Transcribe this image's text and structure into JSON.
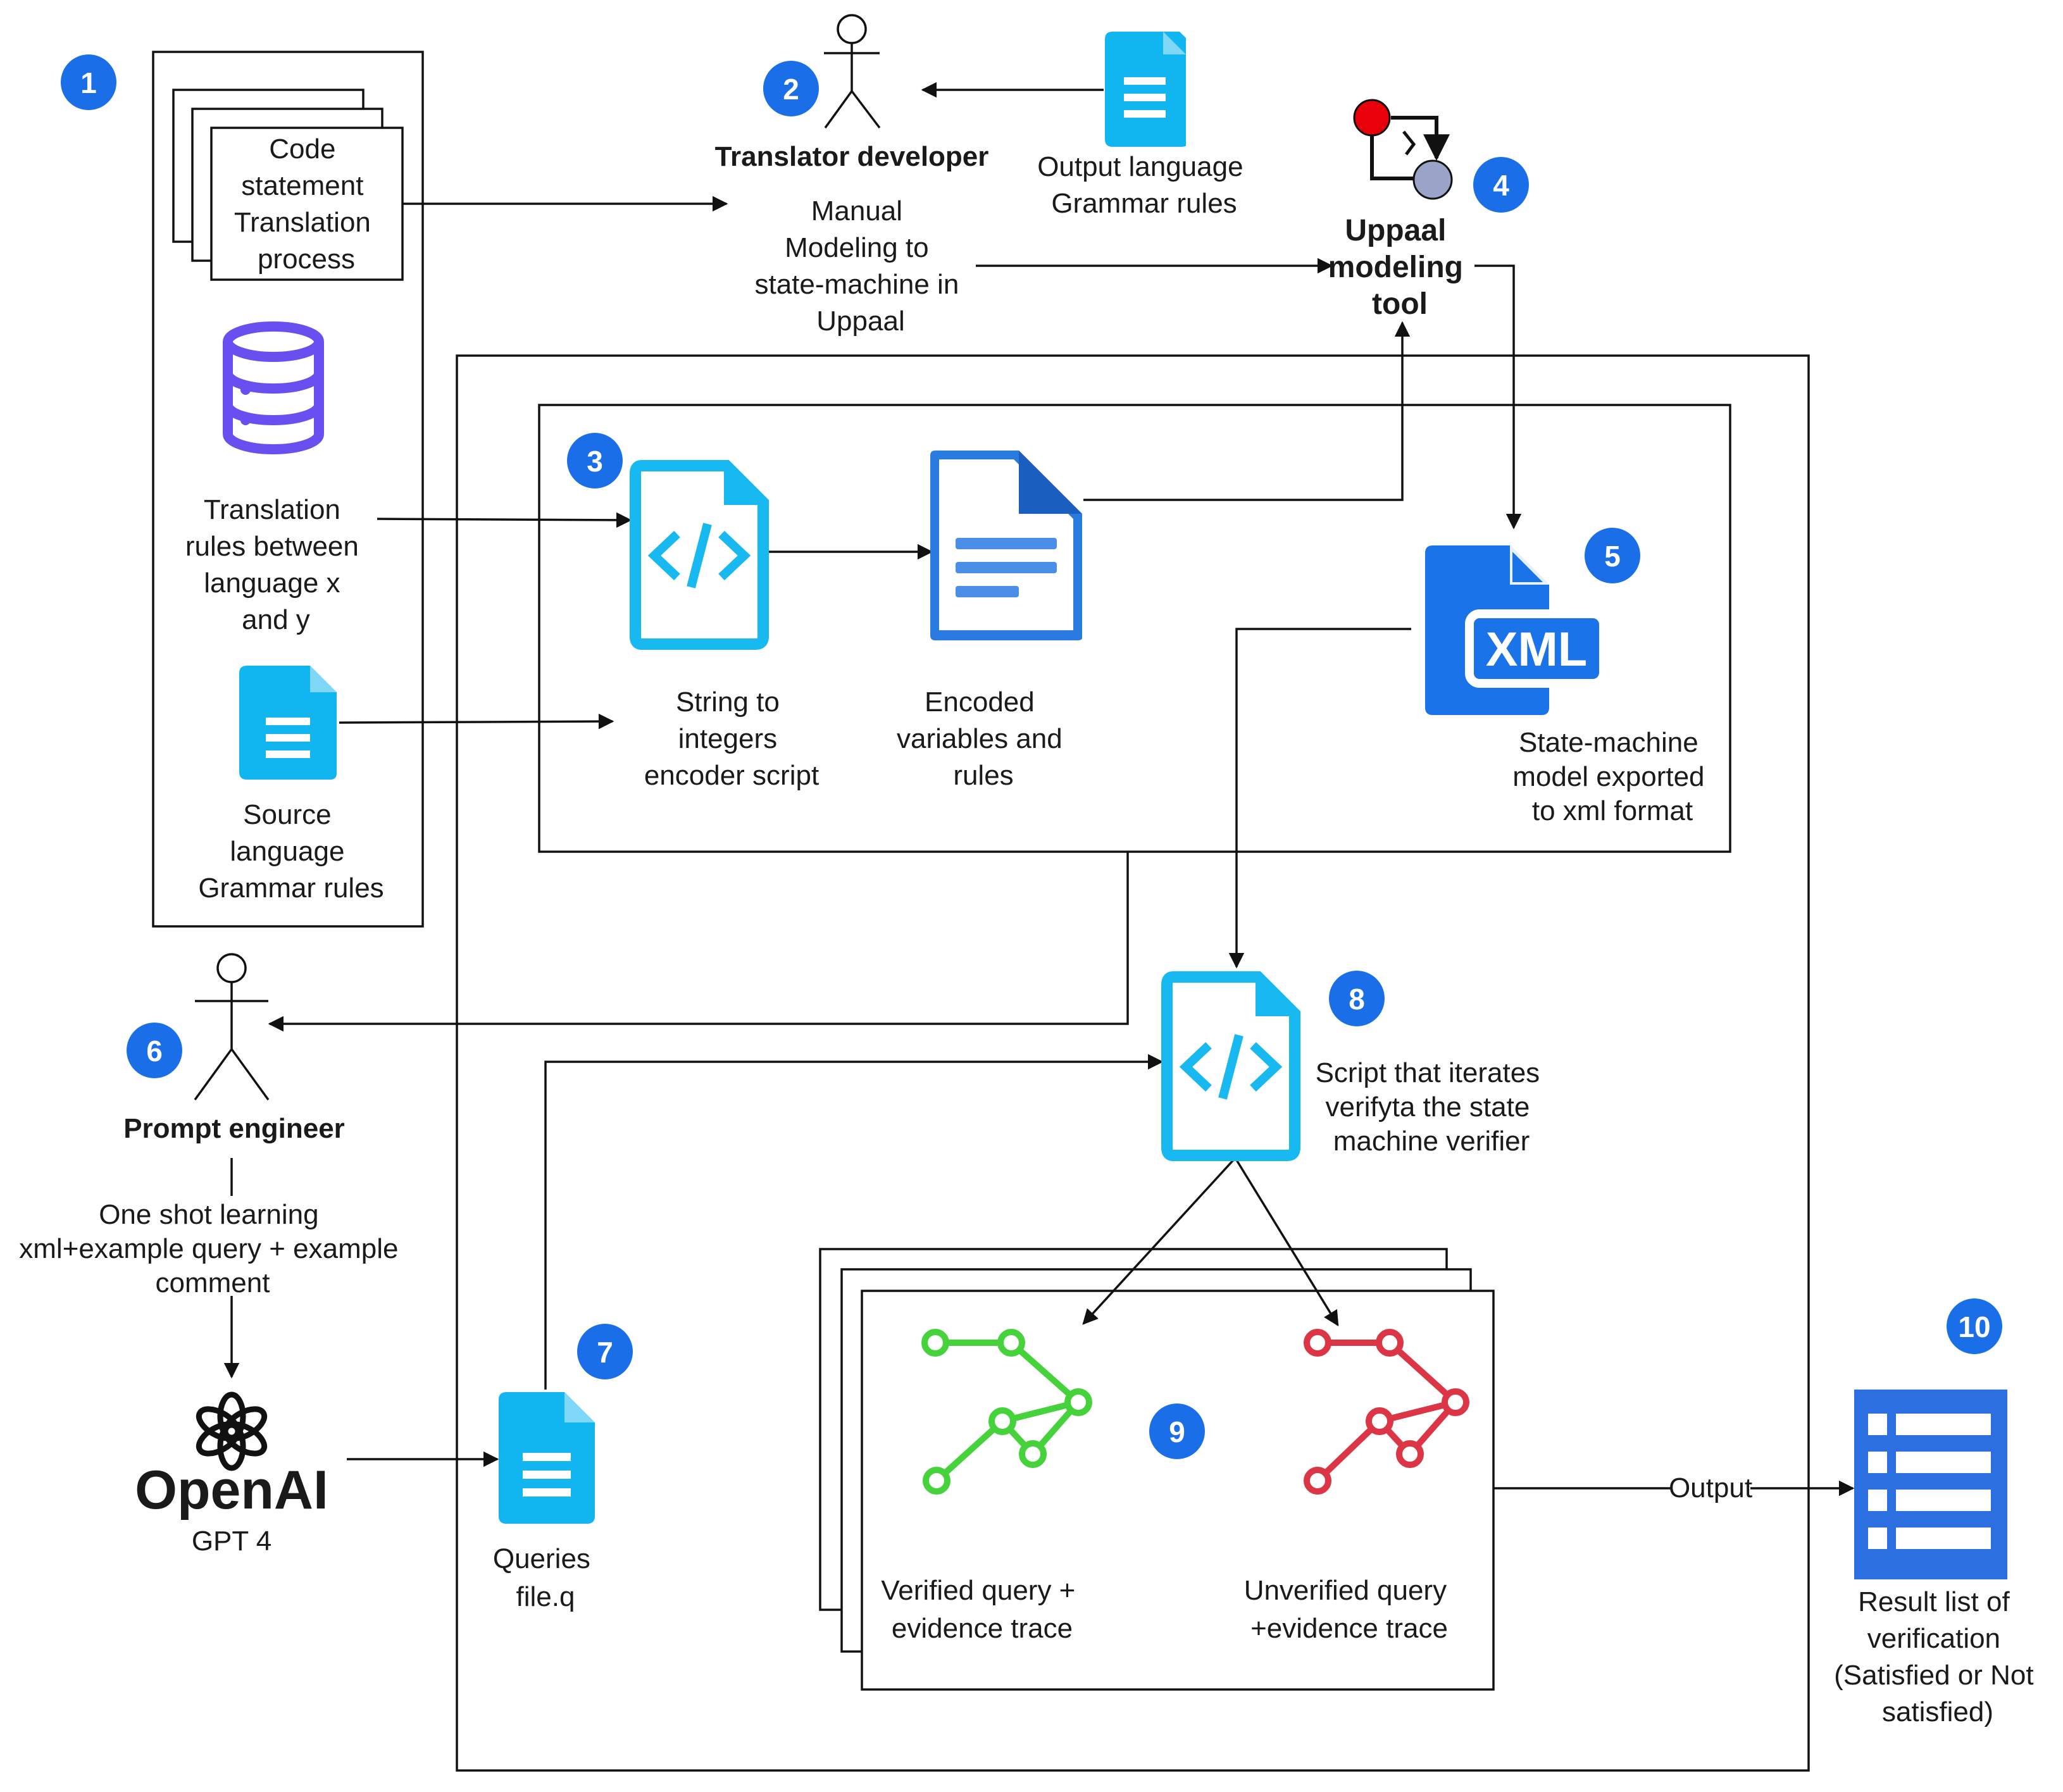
{
  "colors": {
    "badge": "#1a6fe8",
    "doc_icon": "#11b5f0",
    "code_icon": "#18b8f0",
    "db_icon": "#6a4ff0",
    "xml_icon": "#1a73e8",
    "encoded_doc": "#2a7be0",
    "verified_trace": "#45d23b",
    "unverified_trace": "#dc3545",
    "result_list": "#2b6fe0",
    "uppaal_red": "#e8000b",
    "uppaal_node": "#9aa3c8"
  },
  "icons": {
    "actor": "actor-icon",
    "document": "document-icon",
    "database": "database-icon",
    "code_file": "code-file-icon",
    "xml_file": "xml-file-icon",
    "uppaal": "uppaal-automaton-icon",
    "trace": "trace-path-icon",
    "list": "list-icon",
    "openai": "openai-logo-icon"
  },
  "badges": [
    "1",
    "2",
    "3",
    "4",
    "5",
    "6",
    "7",
    "8",
    "9",
    "10"
  ],
  "nodes": {
    "code_translation": [
      "Code",
      "statement",
      "Translation",
      "process"
    ],
    "translation_rules": [
      "Translation",
      "rules between",
      "language x",
      "and y"
    ],
    "source_grammar": [
      "Source",
      "language",
      "Grammar rules"
    ],
    "translator_developer": "Translator developer",
    "manual_modeling": [
      "Manual",
      "Modeling to",
      "state-machine in",
      "Uppaal"
    ],
    "output_grammar": [
      "Output language",
      "Grammar rules"
    ],
    "uppaal_tool": [
      "Uppaal",
      "modeling",
      "tool"
    ],
    "encoder_script": [
      "String to",
      "integers",
      "encoder script"
    ],
    "encoded_variables": [
      "Encoded",
      "variables and",
      "rules"
    ],
    "xml_export": [
      "State-machine",
      "model exported",
      "to xml format"
    ],
    "prompt_engineer": "Prompt engineer",
    "one_shot": [
      "One shot learning",
      "xml+example query + example",
      "comment"
    ],
    "openai_name": "OpenAI",
    "gpt": "GPT 4",
    "queries_file": [
      "Queries",
      "file.q"
    ],
    "verifier_script": [
      "Script that iterates",
      "verifyta the state",
      "machine verifier"
    ],
    "verified_query": [
      "Verified query +",
      "evidence trace"
    ],
    "unverified_query": [
      "Unverified query",
      "+evidence trace"
    ],
    "result_list": [
      "Result list of",
      "verification",
      "(Satisfied or Not",
      "satisfied)"
    ],
    "xml_label": "XML"
  },
  "edges": {
    "output_label": "Output"
  }
}
